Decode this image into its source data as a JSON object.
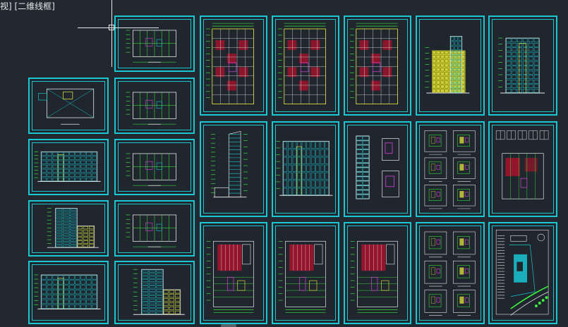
{
  "viewport": {
    "label": "视]  [二维线框]"
  },
  "sheets": [
    {
      "id": "s01",
      "kind": "plan-small"
    },
    {
      "id": "s02",
      "kind": "roof-plan"
    },
    {
      "id": "s03",
      "kind": "plan-small"
    },
    {
      "id": "s04",
      "kind": "elevation-wide"
    },
    {
      "id": "s05",
      "kind": "plan-small"
    },
    {
      "id": "s06",
      "kind": "elevation-tower"
    },
    {
      "id": "s07",
      "kind": "plan-small"
    },
    {
      "id": "s08",
      "kind": "elevation-wide"
    },
    {
      "id": "s09",
      "kind": "elevation-tower"
    },
    {
      "id": "s10",
      "kind": "floor-plan-tall"
    },
    {
      "id": "s11",
      "kind": "floor-plan-tall"
    },
    {
      "id": "s12",
      "kind": "floor-plan-tall"
    },
    {
      "id": "s13",
      "kind": "elevation-yellow"
    },
    {
      "id": "s14",
      "kind": "elevation-cyan"
    },
    {
      "id": "s15",
      "kind": "section"
    },
    {
      "id": "s16",
      "kind": "elevation-wide"
    },
    {
      "id": "s17",
      "kind": "section-details"
    },
    {
      "id": "s18",
      "kind": "detail-grid"
    },
    {
      "id": "s19",
      "kind": "details-plan"
    },
    {
      "id": "s20",
      "kind": "floor-plan-red"
    },
    {
      "id": "s21",
      "kind": "floor-plan-red"
    },
    {
      "id": "s22",
      "kind": "floor-plan-red"
    },
    {
      "id": "s23",
      "kind": "detail-grid"
    },
    {
      "id": "s24",
      "kind": "site-plan"
    }
  ]
}
